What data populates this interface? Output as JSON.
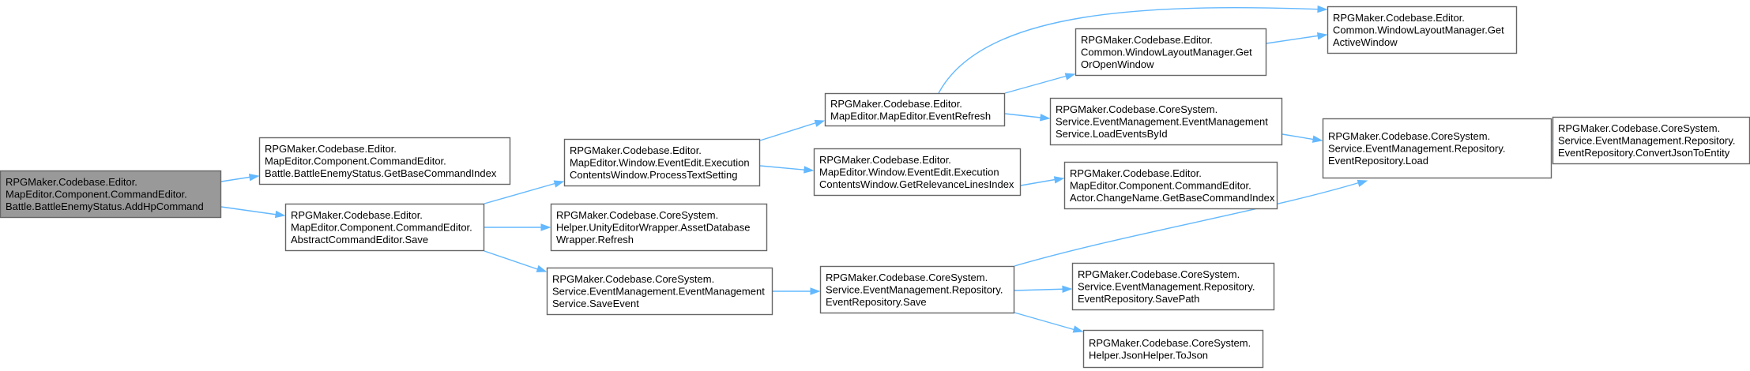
{
  "nodes": [
    {
      "id": "n0",
      "root": true,
      "lines": [
        "RPGMaker.Codebase.Editor.",
        "MapEditor.Component.CommandEditor.",
        "Battle.BattleEnemyStatus.AddHpCommand"
      ]
    },
    {
      "id": "n1",
      "lines": [
        "RPGMaker.Codebase.Editor.",
        "MapEditor.Component.CommandEditor.",
        "Battle.BattleEnemyStatus.GetBaseCommandIndex"
      ]
    },
    {
      "id": "n2",
      "lines": [
        "RPGMaker.Codebase.Editor.",
        "MapEditor.Component.CommandEditor.",
        "AbstractCommandEditor.Save"
      ]
    },
    {
      "id": "n3",
      "lines": [
        "RPGMaker.Codebase.Editor.",
        "MapEditor.Window.EventEdit.Execution",
        "ContentsWindow.ProcessTextSetting"
      ]
    },
    {
      "id": "n4",
      "lines": [
        "RPGMaker.Codebase.CoreSystem.",
        "Helper.UnityEditorWrapper.AssetDatabase",
        "Wrapper.Refresh"
      ]
    },
    {
      "id": "n5",
      "lines": [
        "RPGMaker.Codebase.CoreSystem.",
        "Service.EventManagement.EventManagement",
        "Service.SaveEvent"
      ]
    },
    {
      "id": "n6",
      "lines": [
        "RPGMaker.Codebase.Editor.",
        "MapEditor.MapEditor.EventRefresh"
      ]
    },
    {
      "id": "n7",
      "lines": [
        "RPGMaker.Codebase.Editor.",
        "MapEditor.Window.EventEdit.Execution",
        "ContentsWindow.GetRelevanceLinesIndex"
      ]
    },
    {
      "id": "n8",
      "lines": [
        "RPGMaker.Codebase.CoreSystem.",
        "Service.EventManagement.Repository.",
        "EventRepository.Save"
      ]
    },
    {
      "id": "n9",
      "lines": [
        "RPGMaker.Codebase.Editor.",
        "Common.WindowLayoutManager.Get",
        "OrOpenWindow"
      ]
    },
    {
      "id": "n10",
      "lines": [
        "RPGMaker.Codebase.CoreSystem.",
        "Service.EventManagement.EventManagement",
        "Service.LoadEventsById"
      ]
    },
    {
      "id": "n11",
      "lines": [
        "RPGMaker.Codebase.Editor.",
        "MapEditor.Component.CommandEditor.",
        "Actor.ChangeName.GetBaseCommandIndex"
      ]
    },
    {
      "id": "n12",
      "lines": [
        "RPGMaker.Codebase.CoreSystem.",
        "Service.EventManagement.Repository.",
        "EventRepository.SavePath"
      ]
    },
    {
      "id": "n13",
      "lines": [
        "RPGMaker.Codebase.CoreSystem.",
        "Helper.JsonHelper.ToJson"
      ]
    },
    {
      "id": "n14",
      "lines": [
        "RPGMaker.Codebase.Editor.",
        "Common.WindowLayoutManager.Get",
        "ActiveWindow"
      ]
    },
    {
      "id": "n15",
      "lines": [
        "RPGMaker.Codebase.CoreSystem.",
        "Service.EventManagement.Repository.",
        "EventRepository.Load"
      ]
    },
    {
      "id": "n16",
      "lines": [
        "RPGMaker.Codebase.CoreSystem.",
        "Service.EventManagement.Repository.",
        "EventRepository.ConvertJsonToEntity"
      ]
    }
  ],
  "edges": [
    [
      "n0",
      "n1"
    ],
    [
      "n0",
      "n2"
    ],
    [
      "n2",
      "n3"
    ],
    [
      "n2",
      "n4"
    ],
    [
      "n2",
      "n5"
    ],
    [
      "n3",
      "n6"
    ],
    [
      "n3",
      "n7"
    ],
    [
      "n5",
      "n8"
    ],
    [
      "n6",
      "n14"
    ],
    [
      "n6",
      "n9"
    ],
    [
      "n6",
      "n10"
    ],
    [
      "n7",
      "n11"
    ],
    [
      "n8",
      "n15"
    ],
    [
      "n8",
      "n12"
    ],
    [
      "n8",
      "n13"
    ],
    [
      "n9",
      "n14"
    ],
    [
      "n10",
      "n15"
    ],
    [
      "n15",
      "n16"
    ]
  ],
  "colors": {
    "edge": "#63b8ff",
    "root_fill": "#999999",
    "border": "#666666"
  }
}
